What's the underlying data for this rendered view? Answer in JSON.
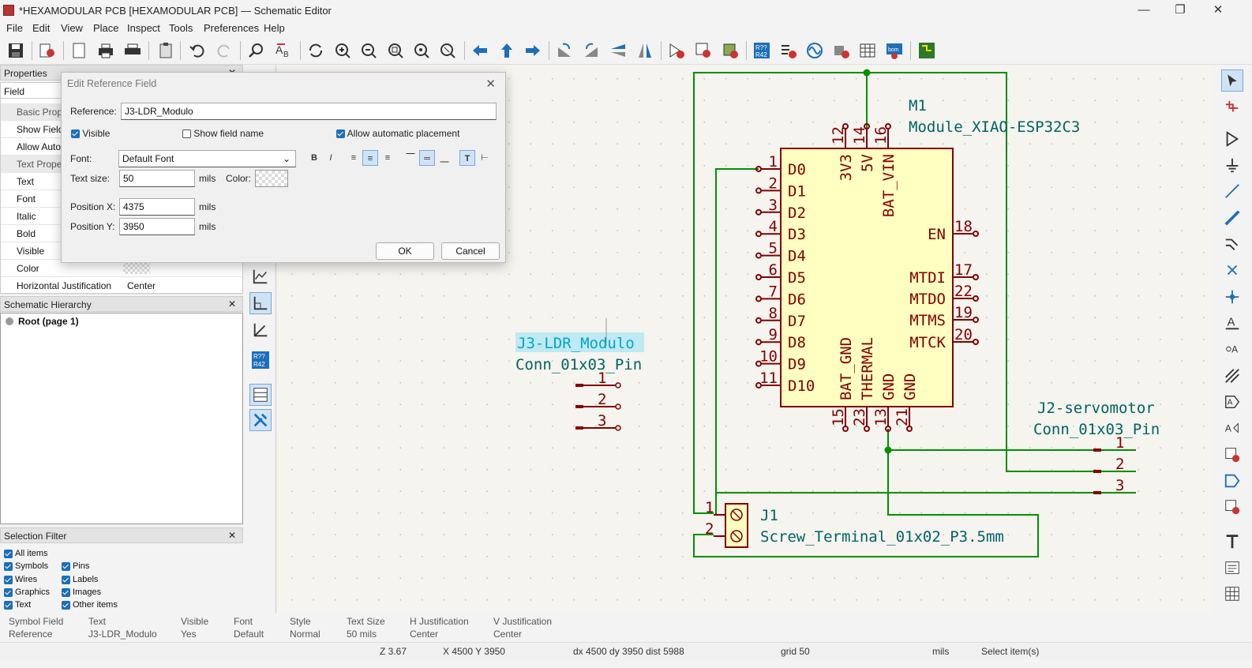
{
  "window": {
    "title": "*HEXAMODULAR PCB [HEXAMODULAR PCB] — Schematic Editor",
    "min": "—",
    "max": "❐",
    "close": "✕"
  },
  "menu": [
    "File",
    "Edit",
    "View",
    "Place",
    "Inspect",
    "Tools",
    "Preferences",
    "Help"
  ],
  "properties": {
    "header": "Properties",
    "field_label": "Field",
    "rows": [
      {
        "k": "Basic Prop",
        "v": "",
        "section": true
      },
      {
        "k": "Show Field",
        "v": ""
      },
      {
        "k": "Allow Auto",
        "v": ""
      },
      {
        "k": "Text Prope",
        "v": "",
        "section": true
      },
      {
        "k": "Text",
        "v": ""
      },
      {
        "k": "Font",
        "v": ""
      },
      {
        "k": "Italic",
        "v": ""
      },
      {
        "k": "Bold",
        "v": ""
      },
      {
        "k": "Visible",
        "v": ""
      },
      {
        "k": "Color",
        "v": ""
      },
      {
        "k": "Horizontal Justification",
        "v": "Center"
      }
    ]
  },
  "hierarchy": {
    "header": "Schematic Hierarchy",
    "root": "Root (page 1)"
  },
  "filter": {
    "header": "Selection Filter",
    "items": [
      "All items",
      "Symbols",
      "Pins",
      "Wires",
      "Labels",
      "Graphics",
      "Images",
      "Text",
      "Other items"
    ]
  },
  "dialog": {
    "title": "Edit Reference Field",
    "reference_label": "Reference:",
    "reference_value": "J3-LDR_Modulo",
    "visible_label": "Visible",
    "show_name_label": "Show field name",
    "auto_place_label": "Allow automatic placement",
    "font_label": "Font:",
    "font_value": "Default Font",
    "bold": "B",
    "italic": "I",
    "text_size_label": "Text size:",
    "text_size_value": "50",
    "units": "mils",
    "color_label": "Color:",
    "posx_label": "Position X:",
    "posx_value": "4375",
    "posy_label": "Position Y:",
    "posy_value": "3950",
    "ok": "OK",
    "cancel": "Cancel"
  },
  "schematic": {
    "m1_ref": "M1",
    "m1_value": "Module_XIAO-ESP32C3",
    "left_pins": [
      {
        "n": "1",
        "name": "D0"
      },
      {
        "n": "2",
        "name": "D1"
      },
      {
        "n": "3",
        "name": "D2"
      },
      {
        "n": "4",
        "name": "D3"
      },
      {
        "n": "5",
        "name": "D4"
      },
      {
        "n": "6",
        "name": "D5"
      },
      {
        "n": "7",
        "name": "D6"
      },
      {
        "n": "8",
        "name": "D7"
      },
      {
        "n": "9",
        "name": "D8"
      },
      {
        "n": "10",
        "name": "D9"
      },
      {
        "n": "11",
        "name": "D10"
      }
    ],
    "top_pins": [
      {
        "n": "12",
        "name": "3V3"
      },
      {
        "n": "14",
        "name": "5V"
      },
      {
        "n": "16",
        "name": "BAT_VIN"
      }
    ],
    "right_pins": [
      {
        "n": "18",
        "name": "EN"
      },
      {
        "n": "17",
        "name": "MTDI"
      },
      {
        "n": "22",
        "name": "MTDO"
      },
      {
        "n": "19",
        "name": "MTMS"
      },
      {
        "n": "20",
        "name": "MTCK"
      }
    ],
    "bottom_pins": [
      {
        "n": "15",
        "name": "BAT_GND"
      },
      {
        "n": "23",
        "name": "THERMAL"
      },
      {
        "n": "13",
        "name": "GND"
      },
      {
        "n": "21",
        "name": "GND"
      }
    ],
    "j3_ref": "J3-LDR_Modulo",
    "j3_value": "Conn_01x03_Pin",
    "j2_ref": "J2-servomotor",
    "j2_value": "Conn_01x03_Pin",
    "j1_ref": "J1",
    "j1_value": "Screw_Terminal_01x02_P3.5mm",
    "conn_pins": [
      "1",
      "2",
      "3"
    ],
    "j1_pins": [
      "1",
      "2"
    ]
  },
  "msgbar": {
    "headers": [
      "Symbol Field",
      "Text",
      "Visible",
      "Font",
      "Style",
      "Text Size",
      "H Justification",
      "V Justification"
    ],
    "values": [
      "Reference",
      "J3-LDR_Modulo",
      "Yes",
      "Default",
      "Normal",
      "50 mils",
      "Center",
      "Center"
    ]
  },
  "status": {
    "zoom": "Z 3.67",
    "xy": "X 4500  Y 3950",
    "delta": "dx 4500  dy 3950  dist 5988",
    "grid": "grid 50",
    "units": "mils",
    "mode": "Select item(s)"
  },
  "colors": {
    "wire": "#009000",
    "symbol": "#840000",
    "body": "#ffffc2",
    "field": "#006464",
    "selected": "#00a6c8"
  }
}
